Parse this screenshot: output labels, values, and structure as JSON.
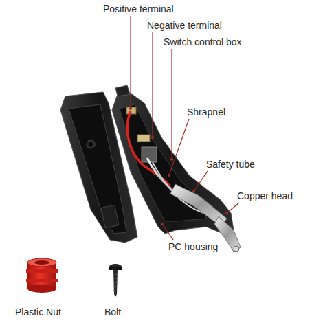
{
  "diagram": {
    "labels": [
      "Positive terminal",
      "Negative terminal",
      "Switch control box",
      "Shrapnel",
      "Safety tube",
      "Copper head",
      "PC housing",
      "Plastic Nut",
      "Bolt"
    ]
  }
}
